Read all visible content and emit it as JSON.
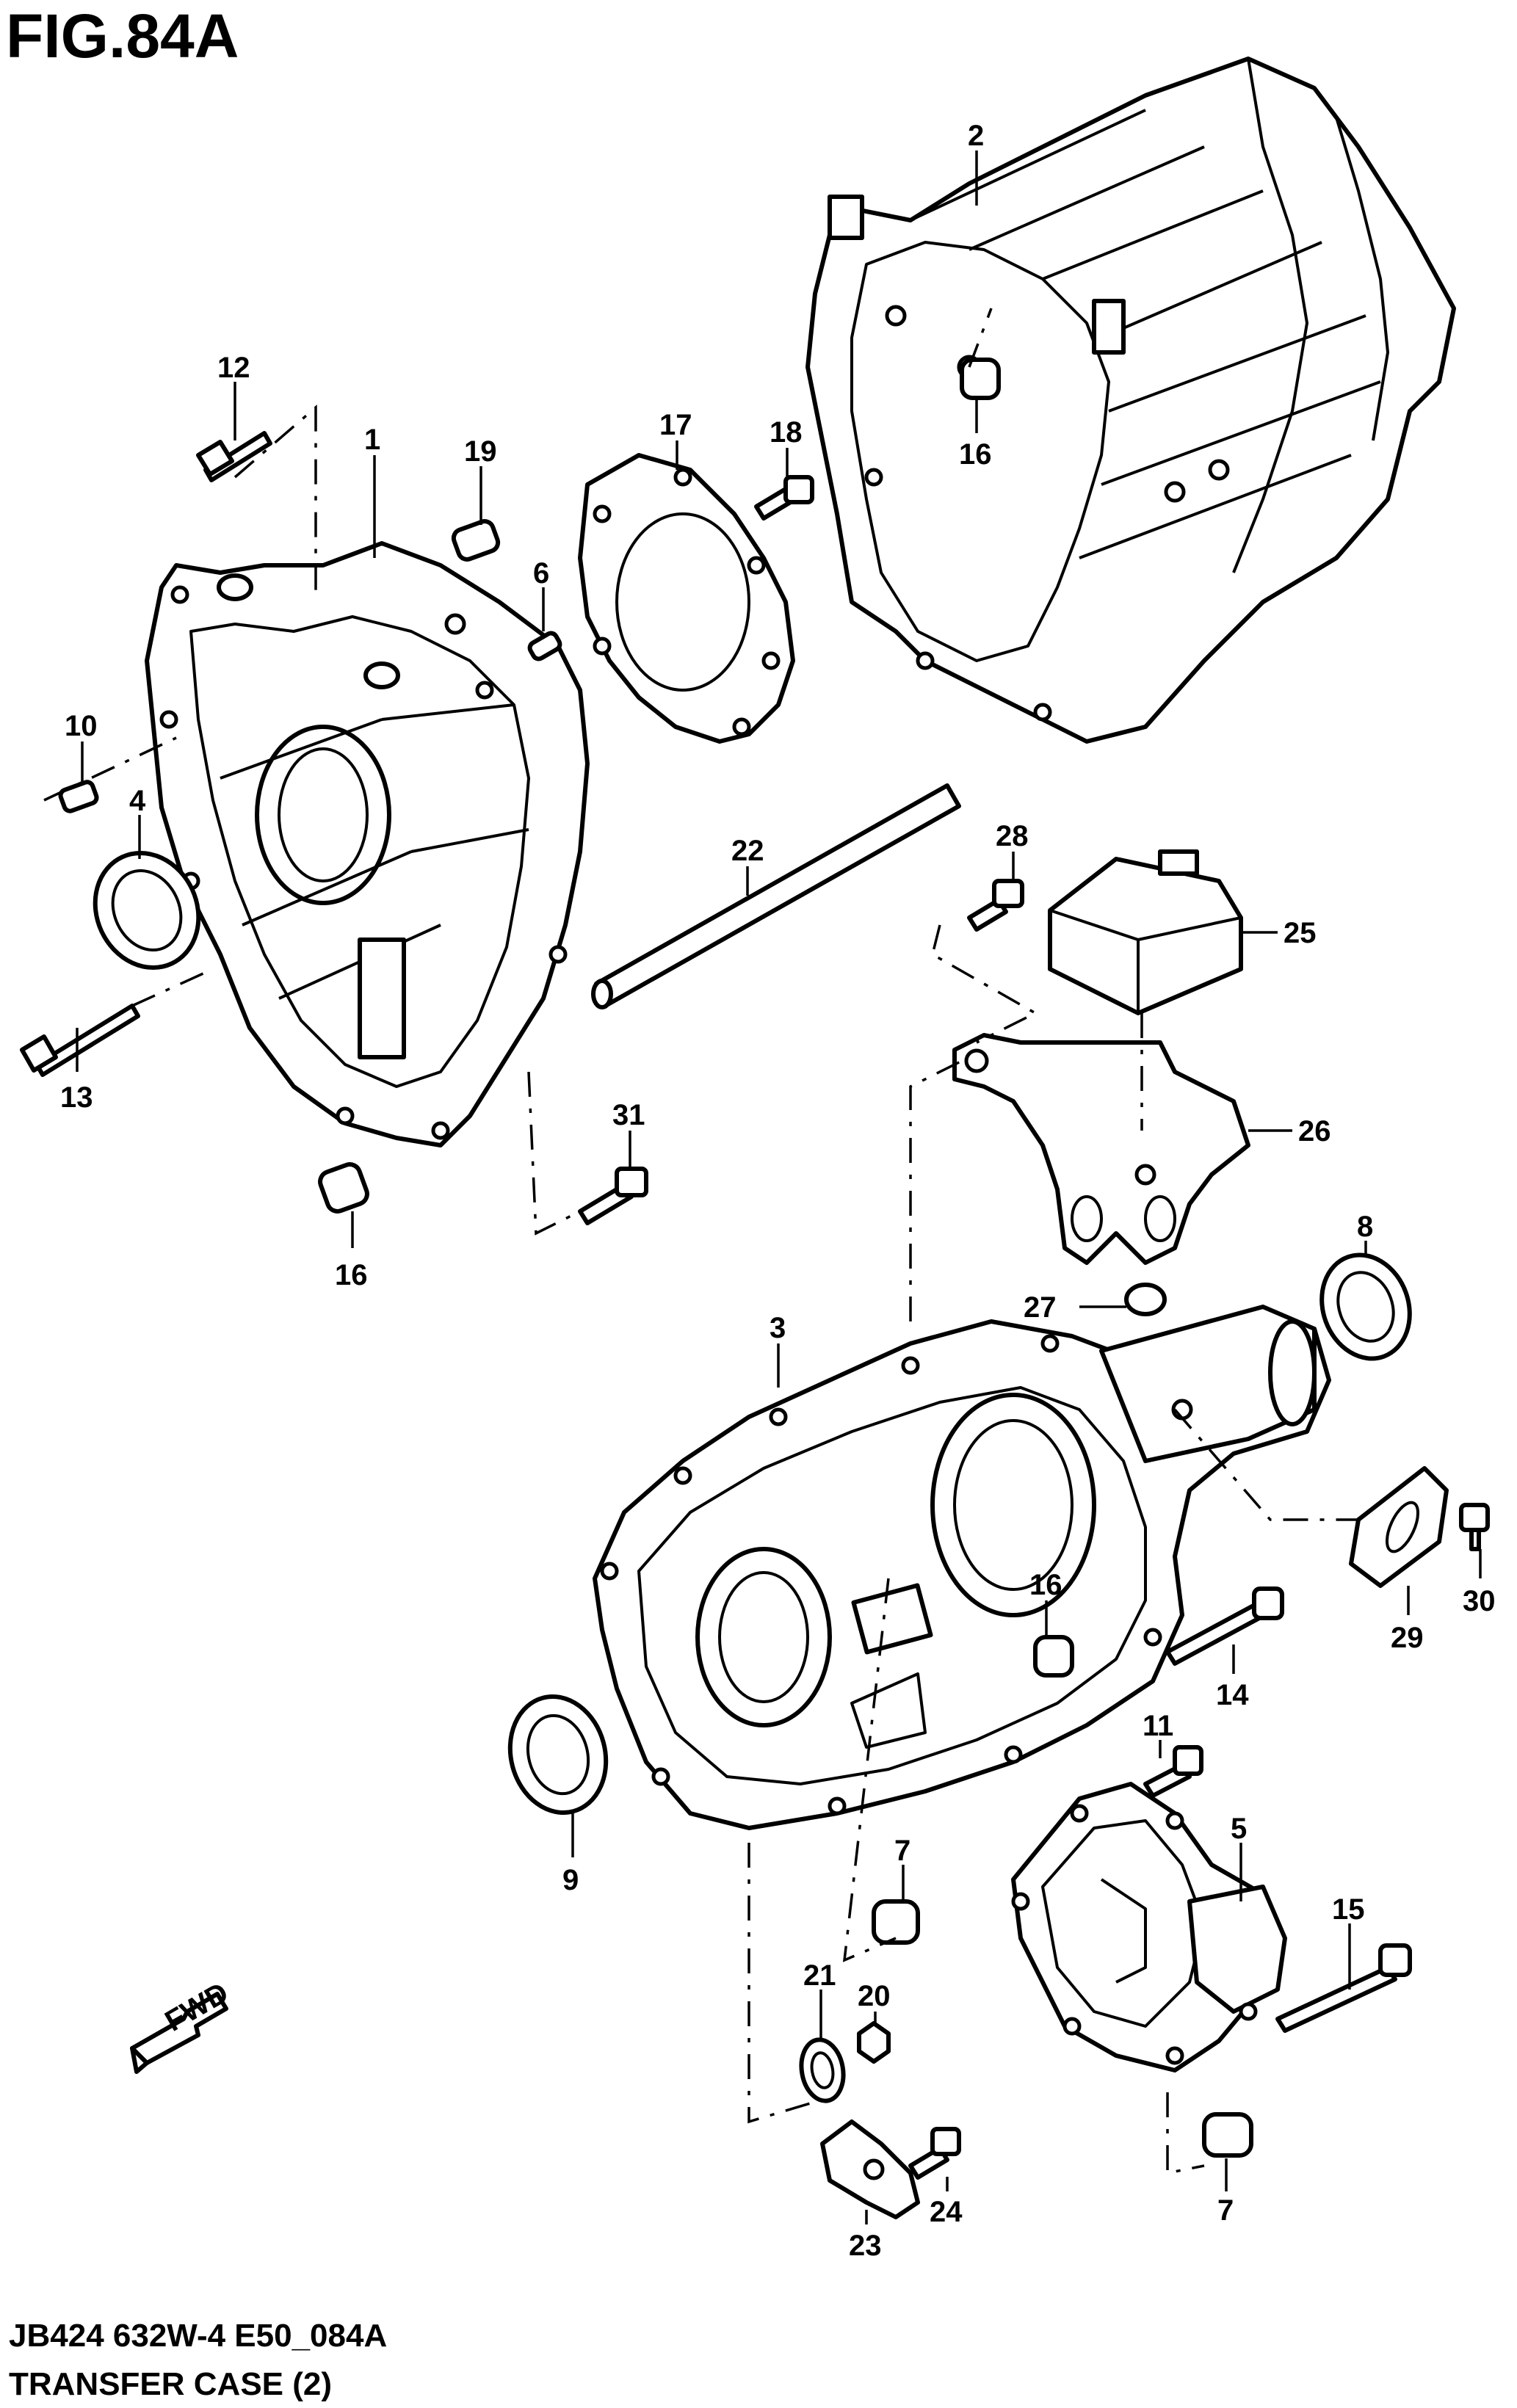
{
  "figure": {
    "title": "FIG.84A",
    "drawing_code": "JB424 632W-4 E50_084A",
    "caption": "TRANSFER CASE (2)",
    "direction_marker": "FWD"
  },
  "callouts": {
    "c1": "1",
    "c2": "2",
    "c3": "3",
    "c4": "4",
    "c5": "5",
    "c6": "6",
    "c7a": "7",
    "c7b": "7",
    "c8": "8",
    "c9": "9",
    "c10": "10",
    "c11": "11",
    "c12": "12",
    "c13": "13",
    "c14": "14",
    "c15": "15",
    "c16a": "16",
    "c16b": "16",
    "c16c": "16",
    "c17": "17",
    "c18": "18",
    "c19": "19",
    "c20": "20",
    "c21": "21",
    "c22": "22",
    "c23": "23",
    "c24": "24",
    "c25": "25",
    "c26": "26",
    "c27": "27",
    "c28": "28",
    "c29": "29",
    "c30": "30",
    "c31": "31"
  }
}
